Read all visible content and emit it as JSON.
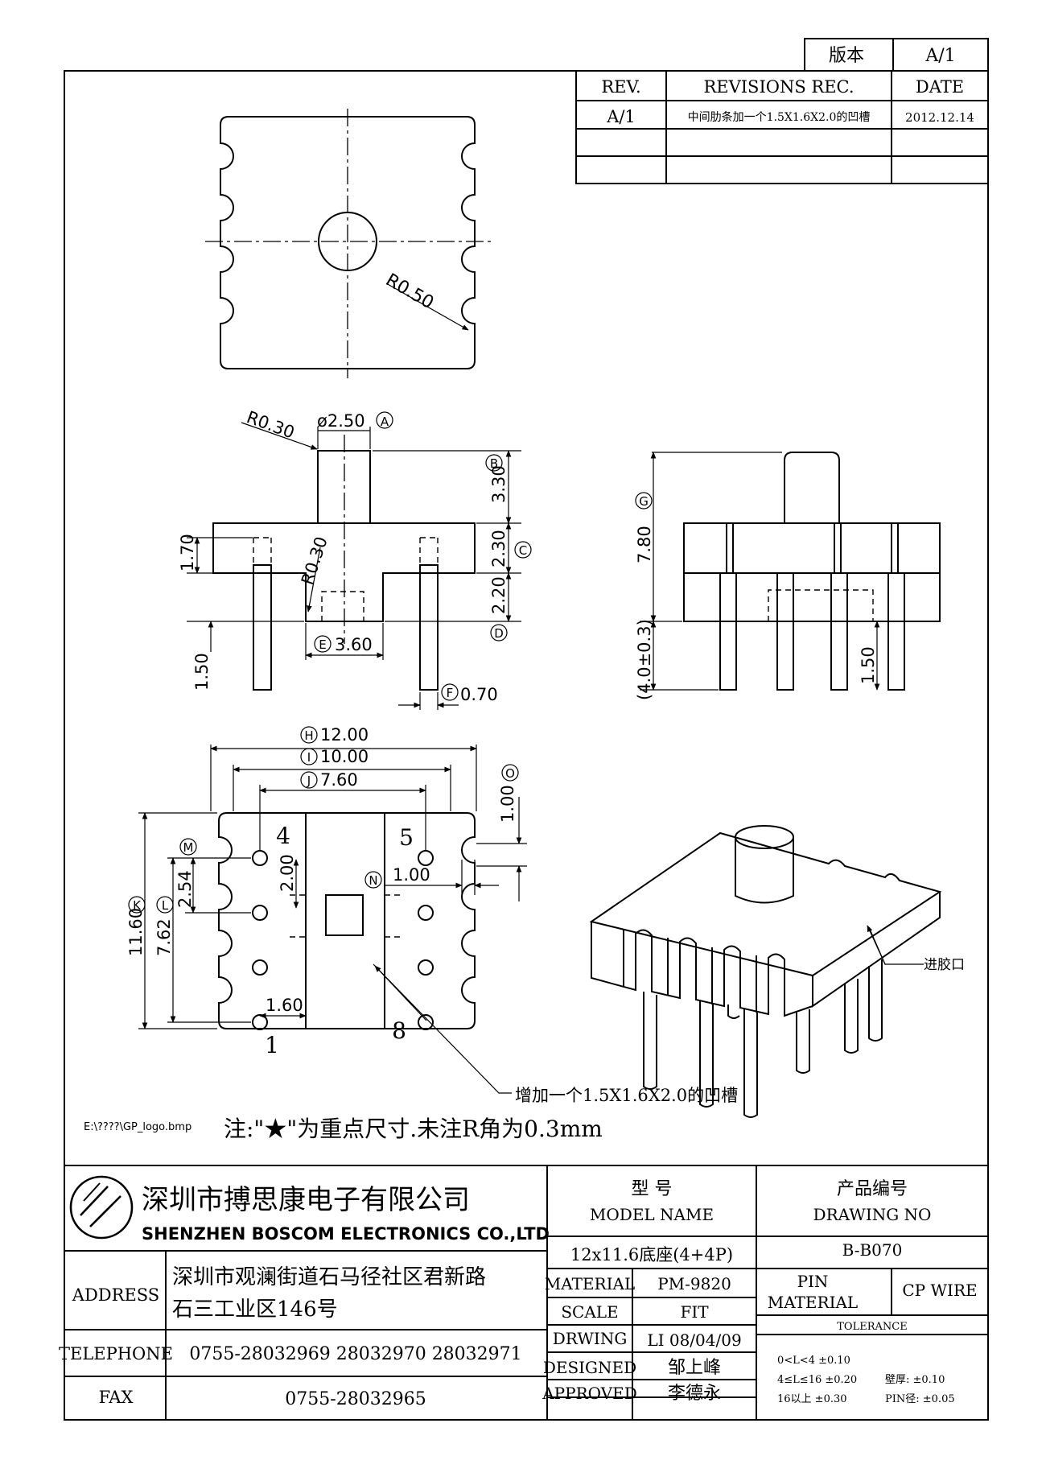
{
  "header": {
    "version_label": "版本",
    "version_value": "A/1"
  },
  "revisions": {
    "col_rev": "REV.",
    "col_rec": "REVISIONS REC.",
    "col_date": "DATE",
    "rows": [
      {
        "rev": "A/1",
        "rec": "中间肋条加一个1.5X1.6X2.0的凹槽",
        "date": "2012.12.14"
      }
    ]
  },
  "dimensions": {
    "r050": "R0.50",
    "r030_top": "R0.30",
    "phi250": "ø2.50",
    "a": "A",
    "b": "B",
    "c": "C",
    "d": "D",
    "e": "E",
    "f": "F",
    "g": "G",
    "h": "H",
    "i": "I",
    "j": "J",
    "k": "K",
    "l": "L",
    "m": "M",
    "n": "N",
    "o": "O",
    "d330": "3.30",
    "d230": "2.30",
    "d220": "2.20",
    "d170": "1.70",
    "r030_mid": "R0.30",
    "d360": "3.60",
    "d150_left": "1.50",
    "d070": "0.70",
    "d780": "7.80",
    "d40": "(4.0±0.3)",
    "d150_right": "1.50",
    "d1200": "12.00",
    "d1000": "10.00",
    "d760": "7.60",
    "d100_o": "1.00",
    "d254": "2.54",
    "d200": "2.00",
    "d100_n": "1.00",
    "d1160": "11.60",
    "d762": "7.62",
    "d160": "1.60",
    "pin4": "4",
    "pin5": "5",
    "pin1": "1",
    "pin8": "8"
  },
  "annotations": {
    "injection": "进胶口",
    "groove": "增加一个1.5X1.6X2.0的凹槽",
    "logo_path": "E:\\????\\GP_logo.bmp",
    "note": "注:\"★\"为重点尺寸.未注R角为0.3mm"
  },
  "company": {
    "name_cn": "深圳市搏思康电子有限公司",
    "name_en": "SHENZHEN BOSCOM ELECTRONICS CO.,LTD",
    "address_label": "ADDRESS",
    "address_line1": "深圳市观澜街道石马径社区君新路",
    "address_line2": "石三工业区146号",
    "telephone_label": "TELEPHONE",
    "telephone": "0755-28032969 28032970 28032971",
    "fax_label": "FAX",
    "fax": "0755-28032965"
  },
  "title_block": {
    "model_cn": "型      号",
    "model_en": "MODEL NAME",
    "model_value": "12x11.6底座(4+4P)",
    "drawing_cn": "产品编号",
    "drawing_en": "DRAWING NO",
    "drawing_value": "B-B070",
    "material_label": "MATERIAL",
    "material_value": "PM-9820",
    "scale_label": "SCALE",
    "scale_value": "FIT",
    "drwing_label": "DRWING",
    "drwing_value": "LI 08/04/09",
    "designed_label": "DESIGNED",
    "designed_value": "邹上峰",
    "approved_label": "APPROVED",
    "approved_value": "李德永",
    "pin_label1": "PIN",
    "pin_label2": "MATERIAL",
    "pin_value": "CP WIRE",
    "tolerance_label": "TOLERANCE",
    "tol_1": "0<L<4      ±0.10",
    "tol_2": "4≤L≤16  ±0.20",
    "tol_3": "16以上      ±0.30",
    "wall": "壁厚:  ±0.10",
    "pin_dia": "PIN径: ±0.05"
  }
}
